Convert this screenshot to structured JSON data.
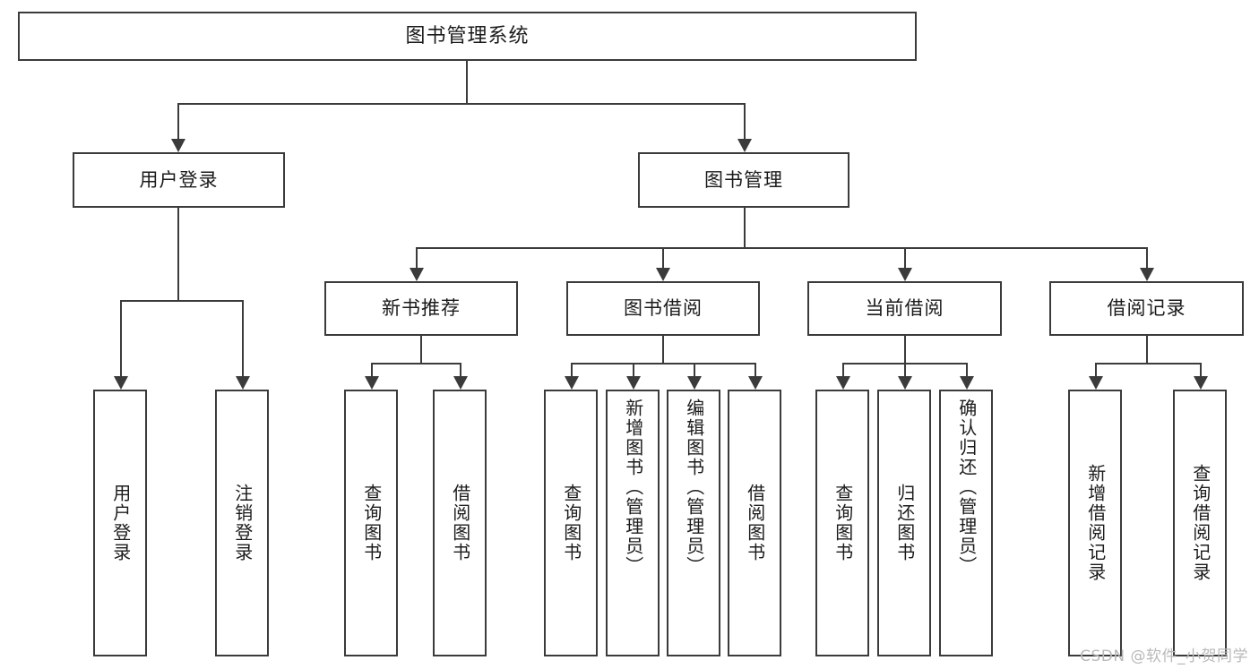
{
  "diagram": {
    "title": "图书管理系统",
    "type": "功能结构图",
    "watermark": "CSDN @软件_小贺同学",
    "colors": {
      "box_border": "#3b3b3b",
      "line": "#3b3b3b",
      "background": "#ffffff",
      "text": "#1b1b1b",
      "watermark_text": "#b9b9b9"
    }
  },
  "nodes": {
    "root": {
      "label": "图书管理系统"
    },
    "level2": [
      {
        "label": "用户登录"
      },
      {
        "label": "图书管理"
      }
    ],
    "level3": [
      {
        "label": "新书推荐"
      },
      {
        "label": "图书借阅"
      },
      {
        "label": "当前借阅"
      },
      {
        "label": "借阅记录"
      }
    ],
    "leaves": {
      "user_login": [
        {
          "label": "用户登录"
        },
        {
          "label": "注销登录"
        }
      ],
      "new_book_recommend": [
        {
          "label": "查询图书"
        },
        {
          "label": "借阅图书"
        }
      ],
      "book_borrow": [
        {
          "label": "查询图书"
        },
        {
          "label": "新增图书（管理员）"
        },
        {
          "label": "编辑图书（管理员）"
        },
        {
          "label": "借阅图书"
        }
      ],
      "current_borrow": [
        {
          "label": "查询图书"
        },
        {
          "label": "归还图书"
        },
        {
          "label": "确认归还（管理员）"
        }
      ],
      "borrow_record": [
        {
          "label": "新增借阅记录"
        },
        {
          "label": "查询借阅记录"
        }
      ]
    }
  }
}
